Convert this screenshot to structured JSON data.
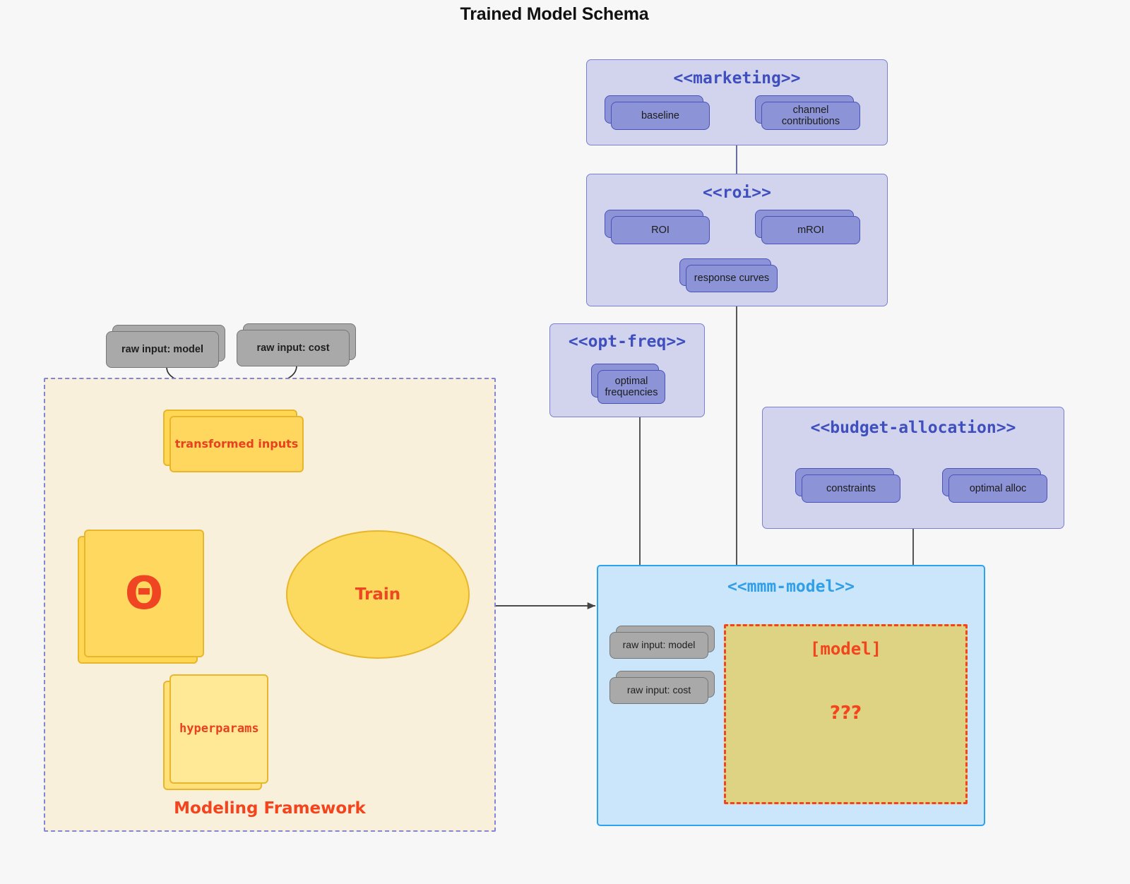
{
  "title": "Trained Model Schema",
  "packages": [
    {
      "id": "marketing",
      "name": "<<marketing>>",
      "nodes": [
        {
          "label": "baseline"
        },
        {
          "label": "channel contributions"
        }
      ]
    },
    {
      "id": "roi",
      "name": "<<roi>>",
      "nodes": [
        {
          "label": "ROI"
        },
        {
          "label": "mROI"
        },
        {
          "label": "response curves"
        }
      ]
    },
    {
      "id": "opt-freq",
      "name": "<<opt-freq>>",
      "nodes": [
        {
          "label": "optimal\nfrequencies",
          "line1": "optimal",
          "line2": "frequencies"
        }
      ]
    },
    {
      "id": "budget-allocation",
      "name": "<<budget-allocation>>",
      "nodes": [
        {
          "label": "constraints"
        },
        {
          "label": "optimal alloc"
        }
      ]
    },
    {
      "id": "mmm-model",
      "name": "<<mmm-model>>",
      "nodes": [
        {
          "label": "raw input: model"
        },
        {
          "label": "raw input: cost"
        }
      ],
      "placeholder": {
        "title": "[model]",
        "unknown": "???"
      }
    }
  ],
  "framework": {
    "label": "Modeling Framework",
    "raw_inputs": [
      {
        "label": "raw input: model"
      },
      {
        "label": "raw input: cost"
      }
    ],
    "transformed_inputs": "transformed inputs",
    "theta": "Θ",
    "hyperparams": "hyperparams",
    "train": "Train"
  },
  "colors": {
    "background": "#f7f7f7",
    "package_fill": "#d2d4ed",
    "package_border": "#7a7fd0",
    "package_title": "#3f4fbe",
    "node_purple_fill": "#8c93d6",
    "node_purple_border": "#4a52ba",
    "node_gray_fill": "#a9a9a9",
    "node_gray_border": "#767676",
    "mmm_fill": "#cbe5fa",
    "mmm_border": "#2ba3ef",
    "mmm_title": "#2f9fe8",
    "framework_fill": "#f9f0dc",
    "framework_border": "#8286d6",
    "yellow_fill": "#ffd95f",
    "yellow_border": "#e8b62a",
    "accent_red": "#f4441d",
    "model_fill": "#ddd382"
  }
}
